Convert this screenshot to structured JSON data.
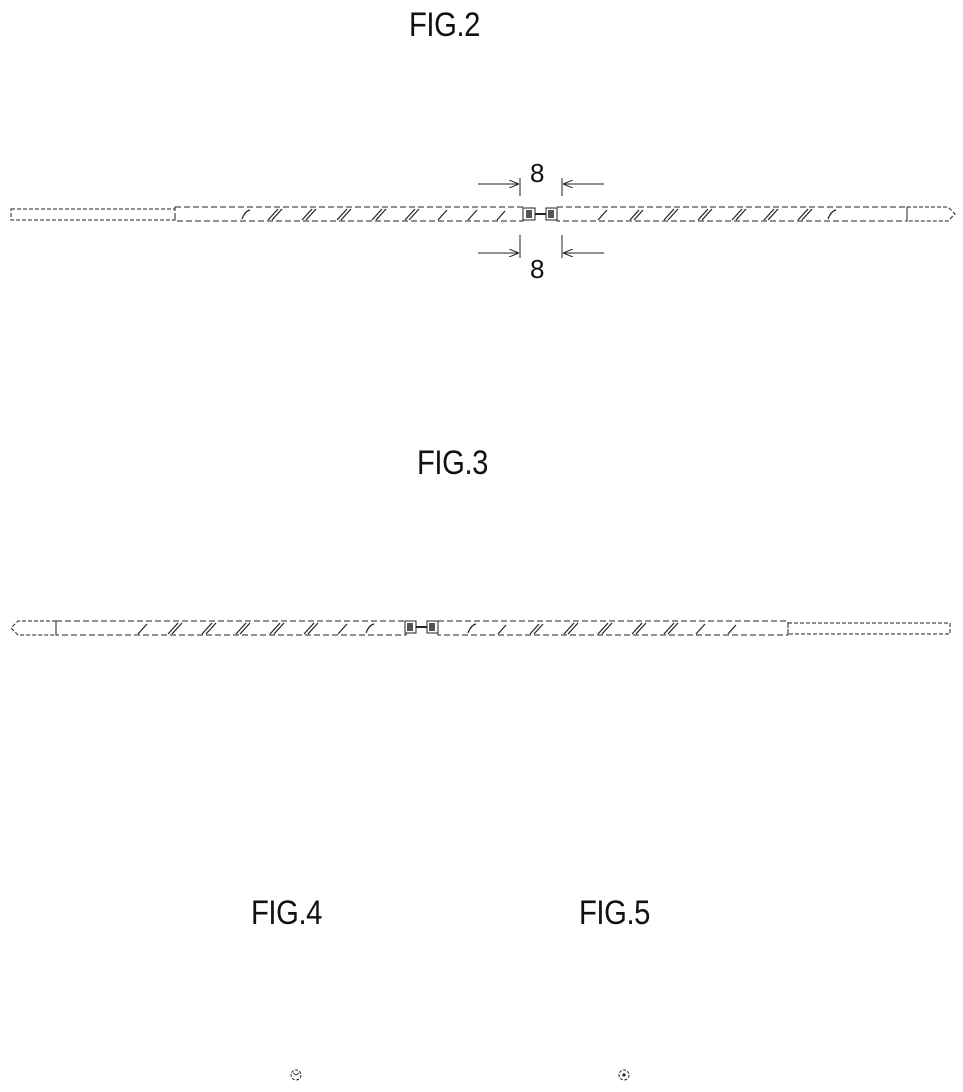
{
  "figures": {
    "fig2": {
      "title": "FIG.2",
      "section_label_top": "8",
      "section_label_bottom": "8"
    },
    "fig3": {
      "title": "FIG.3"
    },
    "fig4": {
      "title": "FIG.4"
    },
    "fig5": {
      "title": "FIG.5"
    }
  },
  "colors": {
    "line": "#222222",
    "background": "#ffffff"
  }
}
